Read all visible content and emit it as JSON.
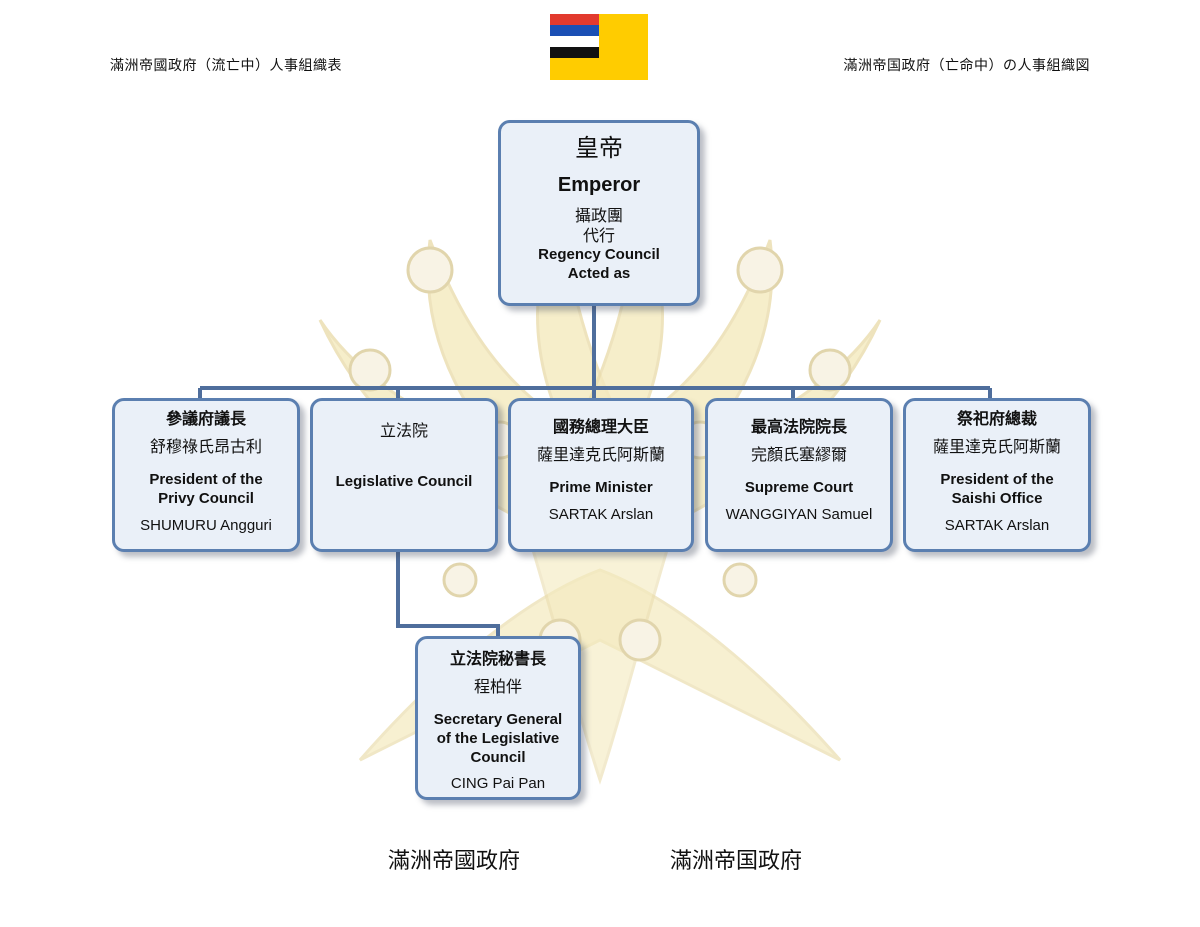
{
  "header": {
    "left": "滿洲帝國政府（流亡中）人事組織表",
    "right": "滿洲帝国政府（亡命中）の人事組織図"
  },
  "flag": {
    "field_color": "#FFCC00",
    "stripe_colors": [
      "#E23A2E",
      "#1A4FB5",
      "#FFFFFF",
      "#111111"
    ]
  },
  "emperor": {
    "title_cjk": "皇帝",
    "title_en": "Emperor",
    "regency_cjk": "攝政團",
    "acted_cjk": "代行",
    "regency_en": "Regency Council",
    "acted_en": "Acted as"
  },
  "privy": {
    "title_cjk": "參議府議長",
    "name_cjk": "舒穆祿氏昂古利",
    "title_en_1": "President of the",
    "title_en_2": "Privy Council",
    "name_en": "SHUMURU Angguri"
  },
  "legislative": {
    "title_cjk": "立法院",
    "title_en": "Legislative Council"
  },
  "prime_minister": {
    "title_cjk": "國務總理大臣",
    "name_cjk": "薩里達克氏阿斯蘭",
    "title_en": "Prime Minister",
    "name_en": "SARTAK Arslan"
  },
  "supreme_court": {
    "title_cjk": "最高法院院長",
    "name_cjk": "完顏氏塞繆爾",
    "title_en": "Supreme Court",
    "name_en": "WANGGIYAN Samuel"
  },
  "saishi": {
    "title_cjk": "祭祀府總裁",
    "name_cjk": "薩里達克氏阿斯蘭",
    "title_en_1": "President of the",
    "title_en_2": "Saishi Office",
    "name_en": "SARTAK Arslan"
  },
  "secretary": {
    "title_cjk": "立法院秘書長",
    "name_cjk": "程柏伴",
    "title_en_1": "Secretary General",
    "title_en_2": "of the Legislative",
    "title_en_3": "Council",
    "name_en": "CING Pai Pan"
  },
  "footer": {
    "left": "滿洲帝國政府",
    "right": "滿洲帝国政府"
  },
  "colors": {
    "box_fill": "#EAF0F8",
    "box_border": "#5B7FB0",
    "connector": "#4F6E9C",
    "emblem": "#E9D27A"
  }
}
